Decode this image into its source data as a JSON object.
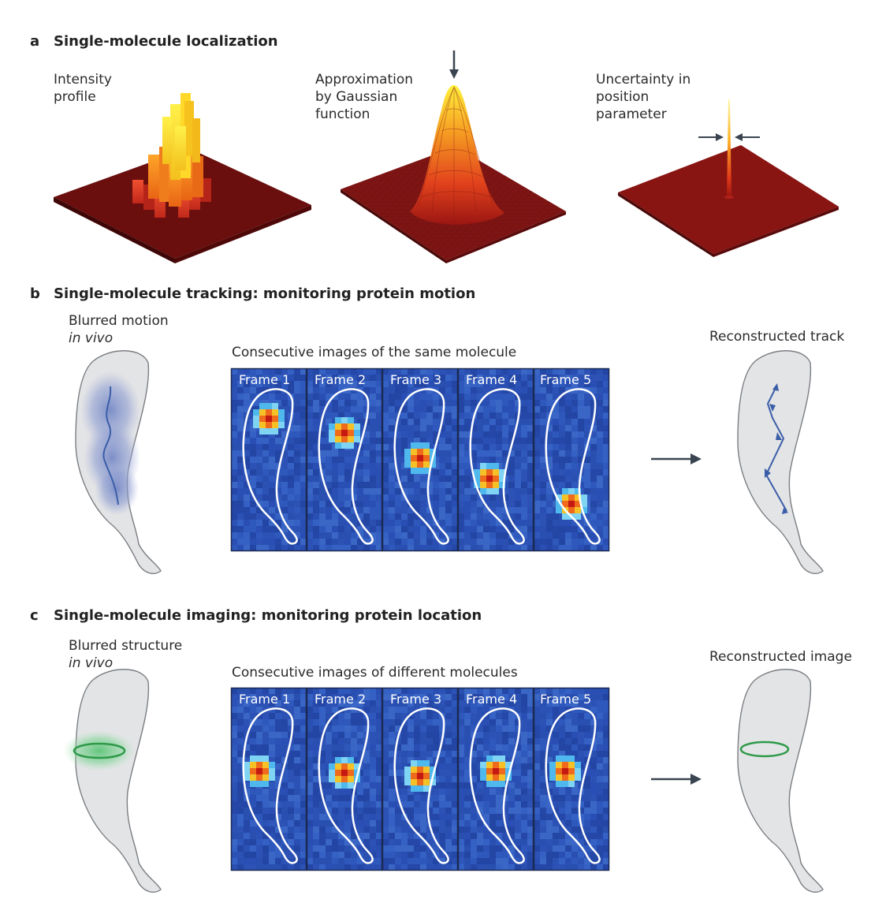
{
  "panel_a": {
    "letter": "a",
    "title": "Single-molecule localization",
    "label_intensity": [
      "Intensity",
      "profile"
    ],
    "label_gaussian": [
      "Approximation",
      "by Gaussian",
      "function"
    ],
    "label_uncertainty": [
      "Uncertainty in",
      "position",
      "parameter"
    ]
  },
  "panel_b": {
    "letter": "b",
    "title": "Single-molecule tracking: monitoring protein motion",
    "left_label": "Blurred motion",
    "left_label_italic": "in vivo",
    "strip_caption": "Consecutive images of the same molecule",
    "frames": [
      "Frame 1",
      "Frame 2",
      "Frame 3",
      "Frame 4",
      "Frame 5"
    ],
    "right_label": "Reconstructed track"
  },
  "panel_c": {
    "letter": "c",
    "title": "Single-molecule imaging: monitoring protein location",
    "left_label": "Blurred structure",
    "left_label_italic": "in vivo",
    "strip_caption": "Consecutive images of different molecules",
    "frames": [
      "Frame 1",
      "Frame 2",
      "Frame 3",
      "Frame 4",
      "Frame 5"
    ],
    "right_label": "Reconstructed image"
  },
  "colors": {
    "frame_background": "#2c53b8",
    "cell_fill": "#e3e4e6",
    "cell_stroke": "#7b7e82",
    "track_blue": "#3b5ea8",
    "ring_green": "#2e9a49",
    "arrow": "#3a4450",
    "heat_base": "#7a1010"
  }
}
